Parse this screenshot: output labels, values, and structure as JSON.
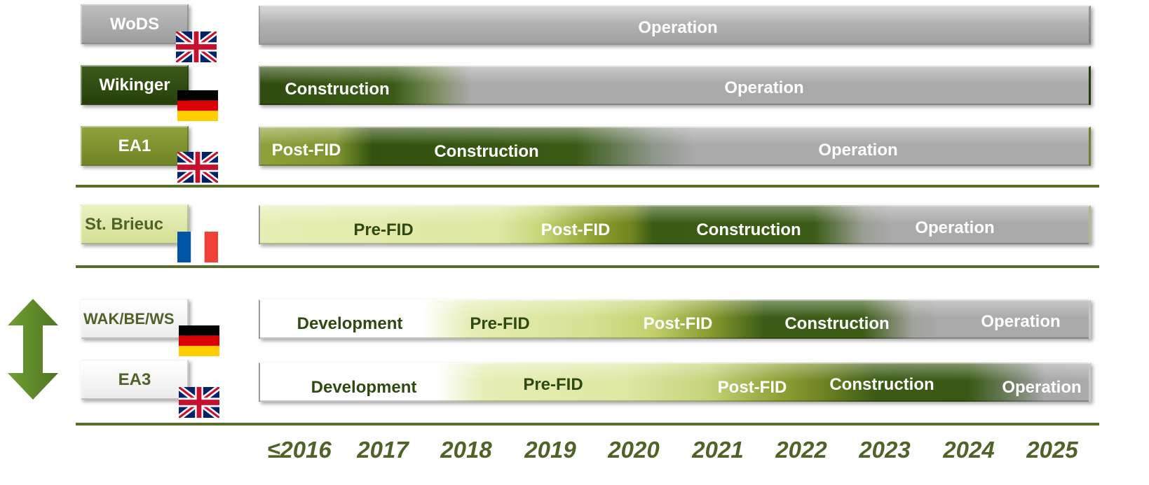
{
  "projects": [
    {
      "name": "WoDS",
      "country": "UK"
    },
    {
      "name": "Wikinger",
      "country": "Germany"
    },
    {
      "name": "EA1",
      "country": "UK"
    },
    {
      "name": "St. Brieuc",
      "country": "France"
    },
    {
      "name": "WAK/BE/WS",
      "country": "Germany"
    },
    {
      "name": "EA3",
      "country": "UK"
    }
  ],
  "phases": {
    "wods": [
      "Operation"
    ],
    "wikinger": [
      "Construction",
      "Operation"
    ],
    "ea1": [
      "Post-FID",
      "Construction",
      "Operation"
    ],
    "stbrieuc": [
      "Pre-FID",
      "Post-FID",
      "Construction",
      "Operation"
    ],
    "wak": [
      "Development",
      "Pre-FID",
      "Post-FID",
      "Construction",
      "Operation"
    ],
    "ea3": [
      "Development",
      "Pre-FID",
      "Post-FID",
      "Construction",
      "Operation"
    ]
  },
  "years": [
    "≤2016",
    "2017",
    "2018",
    "2019",
    "2020",
    "2021",
    "2022",
    "2023",
    "2024",
    "2025"
  ],
  "icons": {
    "double_arrow": "double-headed-vertical-arrow"
  },
  "colors": {
    "operation": "#a9a9a9",
    "construction": "#3a5a14",
    "post_fid": "#98ad34",
    "pre_fid": "#dfe8a6",
    "development": "#ffffff",
    "accent": "#5f8a2a",
    "divider": "#5a6e2a"
  }
}
